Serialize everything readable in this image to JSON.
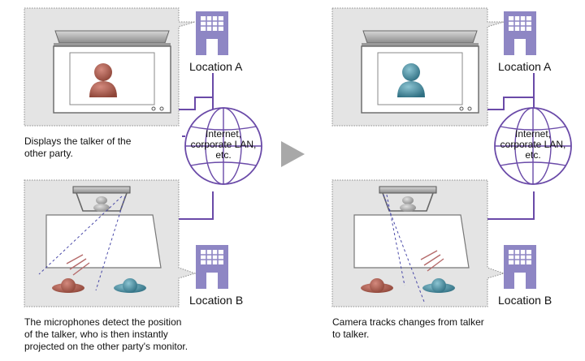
{
  "panels": {
    "left": {
      "top_location": "Location A",
      "bottom_location": "Location B",
      "network_label": [
        "Internet,",
        "corporate LAN,",
        "etc."
      ],
      "caption_top": "Displays the talker of the\nother party.",
      "caption_bottom": "The microphones detect the position\nof the talker, who is then instantly\nprojected on the other party's monitor."
    },
    "right": {
      "top_location": "Location A",
      "bottom_location": "Location B",
      "network_label": [
        "Internet,",
        "corporate LAN,",
        "etc."
      ],
      "caption_bottom": "Camera tracks changes from talker\nto talker."
    }
  },
  "colors": {
    "panel_fill": "#e4e4e4",
    "panel_border": "#8c8c8c",
    "network_line": "#6a4aa8",
    "building": "#8e86c4",
    "talker_red": "#a8584c",
    "talker_blue": "#3f8a9e",
    "arrow": "#a8a8a8"
  }
}
